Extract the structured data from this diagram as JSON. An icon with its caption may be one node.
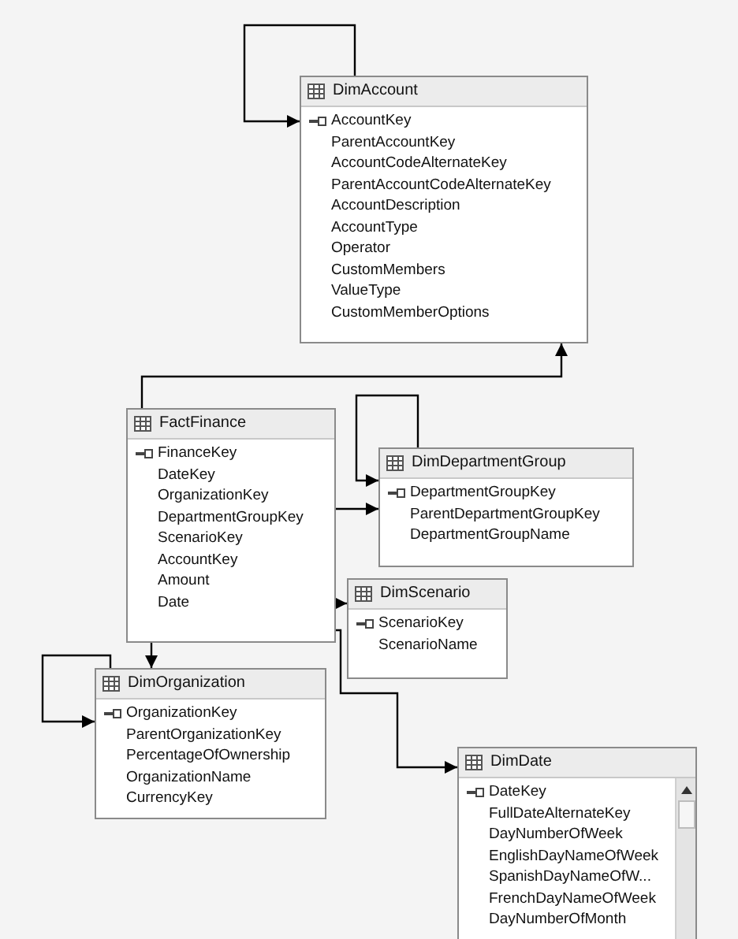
{
  "diagram": {
    "nodes": [
      {
        "text": [
          "DimAccount",
          "AccountKey",
          "ParentAccountKey",
          "AccountCodeAlternateKey",
          "ParentAccountCodeAlternateKey",
          "AccountDescription",
          "AccountType",
          "Operator",
          "CustomMembers",
          "ValueType",
          "CustomMemberOptions"
        ]
      },
      {
        "text": [
          "FactFinance",
          "FinanceKey",
          "DateKey",
          "OrganizationKey",
          "DepartmentGroupKey",
          "ScenarioKey",
          "AccountKey",
          "Amount",
          "Date"
        ]
      },
      {
        "text": [
          "DimDepartmentGroup",
          "DepartmentGroupKey",
          "ParentDepartmentGroupKey",
          "DepartmentGroupName"
        ]
      },
      {
        "text": [
          "DimScenario",
          "ScenarioKey",
          "ScenarioName"
        ]
      },
      {
        "text": [
          "DimOrganization",
          "OrganizationKey",
          "ParentOrganizationKey",
          "PercentageOfOwnership",
          "OrganizationName",
          "CurrencyKey"
        ]
      },
      {
        "text": [
          "DimDate",
          "DateKey",
          "FullDateAlternateKey",
          "DayNumberOfWeek",
          "EnglishDayNameOfWeek",
          "SpanishDayNameOfW...",
          "FrenchDayNameOfWeek",
          "DayNumberOfMonth"
        ]
      }
    ],
    "edges": [
      {
        "from": 0,
        "to": 0,
        "arrow": "to"
      },
      {
        "from": 1,
        "to": 0,
        "arrow": "to"
      },
      {
        "from": 2,
        "to": 2,
        "arrow": "to"
      },
      {
        "from": 1,
        "to": 2,
        "arrow": "to"
      },
      {
        "from": 1,
        "to": 3,
        "arrow": "to"
      },
      {
        "from": 1,
        "to": 5,
        "arrow": "to"
      },
      {
        "from": 1,
        "to": 4,
        "arrow": "to"
      },
      {
        "from": 4,
        "to": 4,
        "arrow": "to"
      }
    ]
  }
}
